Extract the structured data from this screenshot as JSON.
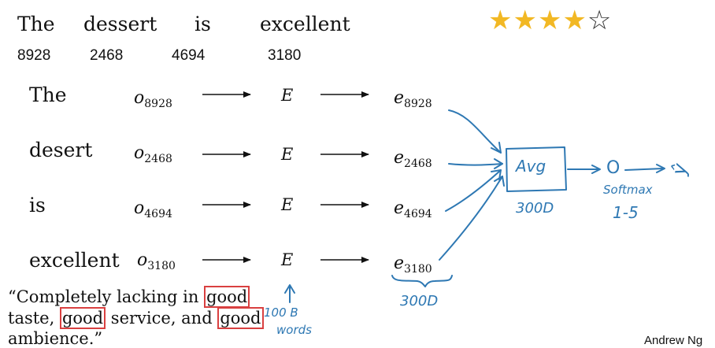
{
  "sentence": {
    "words": [
      "The",
      "dessert",
      "is",
      "excellent"
    ],
    "indices": [
      "8928",
      "2468",
      "4694",
      "3180"
    ]
  },
  "rating": {
    "filled": "★★★★",
    "empty": "☆",
    "value": 4,
    "max": 5,
    "filled_color": "#f2b824",
    "empty_color": "#333333"
  },
  "rows": [
    {
      "word": "The",
      "o_symbol": "o",
      "o_index": "8928",
      "matrix": "E",
      "e_symbol": "e",
      "e_index": "8928"
    },
    {
      "word": "desert",
      "o_symbol": "o",
      "o_index": "2468",
      "matrix": "E",
      "e_symbol": "e",
      "e_index": "2468"
    },
    {
      "word": "is",
      "o_symbol": "o",
      "o_index": "4694",
      "matrix": "E",
      "e_symbol": "e",
      "e_index": "4694"
    },
    {
      "word": "excellent",
      "o_symbol": "o",
      "o_index": "3180",
      "matrix": "E",
      "e_symbol": "e",
      "e_index": "3180"
    }
  ],
  "annotations": {
    "avg_label": "Avg",
    "avg_dim": "300D",
    "embed_dim": "300D",
    "output_node": "O",
    "softmax_label": "Softmax",
    "range_label": "1-5",
    "y_hat": "ŷ",
    "corpus_line1": "100 B",
    "corpus_line2": "words"
  },
  "review": {
    "line1_pre": "“Completely lacking in ",
    "line1_word": "good",
    "line2_pre": "taste, ",
    "line2_word1": "good",
    "line2_mid": " service, and ",
    "line2_word2": "good",
    "line3": "ambience.”"
  },
  "credit": "Andrew Ng",
  "colors": {
    "hand_blue": "#2e78b3",
    "highlight_red": "#d94040",
    "star_gold": "#f2b824"
  }
}
